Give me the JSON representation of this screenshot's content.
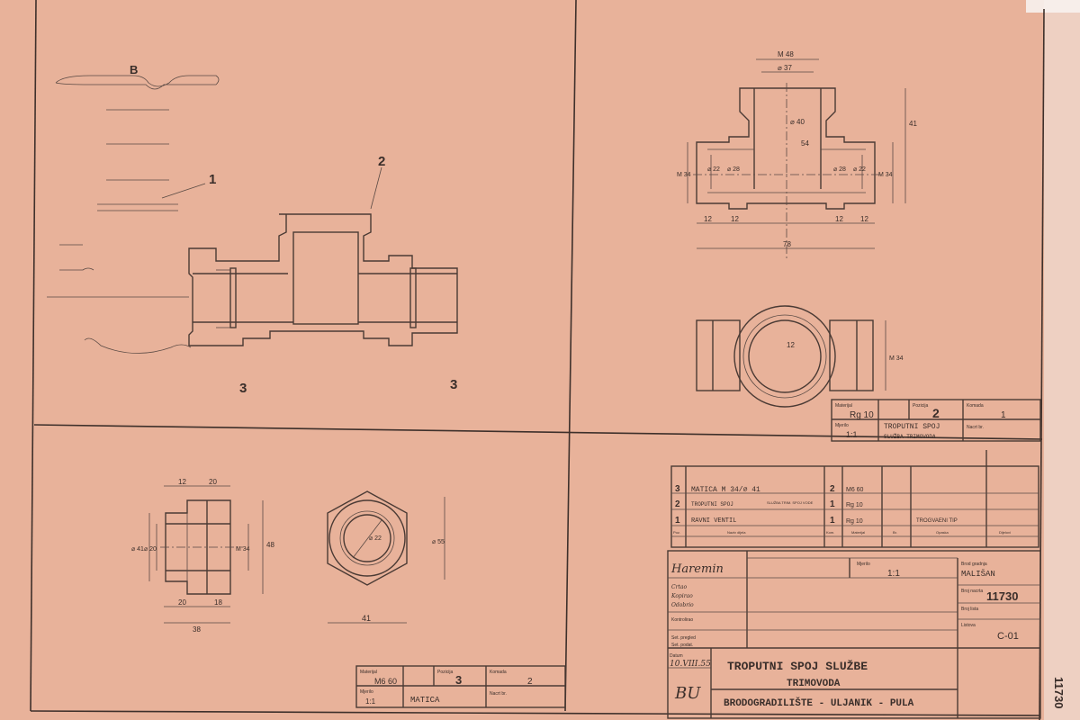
{
  "left_view": {
    "balloons": [
      "1",
      "2",
      "3",
      "3"
    ],
    "fragment_label": "B"
  },
  "part2_view": {
    "dims": [
      "M 48",
      "⌀ 37",
      "⌀ 40",
      "54",
      "41",
      "M 34",
      "⌀ 22",
      "⌀ 28",
      "⌀ 28",
      "⌀ 22",
      "M 34",
      "12",
      "12",
      "12",
      "12",
      "78",
      "12",
      "M 34"
    ]
  },
  "part2_titleblock": {
    "material_label": "Materijal",
    "material": "Rg 10",
    "position_label": "Pozicija",
    "position": "2",
    "qty_label": "Komada",
    "qty": "1",
    "scale_label": "Mjerilo",
    "scale": "1:1",
    "name": "TROPUTNI SPOJ",
    "name2": "SLUŽBA TRIMOVODA",
    "sheet_label": "Nacrt br."
  },
  "part3_view": {
    "dims": [
      "12",
      "20",
      "⌀ 41",
      "⌀ 20",
      "M 34",
      "48",
      "20",
      "18",
      "38",
      "⌀ 22",
      "⌀ 55",
      "41"
    ]
  },
  "part3_titleblock": {
    "material_label": "Materijal",
    "material": "M6 60",
    "position_label": "Pozicija",
    "position": "3",
    "qty_label": "Komada",
    "qty": "2",
    "scale_label": "Mjerilo",
    "scale": "1:1",
    "name": "MATICA",
    "sheet_label": "Nacrt br."
  },
  "parts_list": {
    "rows": [
      {
        "pos": "3",
        "name": "MATICA M 34/⌀ 41",
        "qty": "2",
        "material": "M6 60",
        "note": ""
      },
      {
        "pos": "2",
        "name": "TROPUTNI SPOJ",
        "name_note": "SLUŽBA TRIM. SPOJ VODE",
        "qty": "1",
        "material": "Rg 10",
        "note": ""
      },
      {
        "pos": "1",
        "name": "RAVNI VENTIL",
        "qty": "1",
        "material": "Rg 10",
        "note": "TROGVAENI TIP"
      }
    ],
    "header": {
      "pos": "Poz.",
      "name": "Naziv dijela",
      "qty": "Kom.",
      "material": "Materijal",
      "weight": "Br.",
      "note": "Opaska",
      "sheet": "Dijelovi"
    }
  },
  "main_titleblock": {
    "signature": "Haremin",
    "signatures": [
      "Crtao",
      "Kopirao",
      "Odobrio"
    ],
    "row_labels": [
      "Kontrolirao",
      "Set. pregled",
      "Set. podat."
    ],
    "scale_label": "Mjerilo",
    "scale": "1:1",
    "ship_label": "Brod gradnja",
    "ship": "MALIŠAN",
    "drawing_no_label": "Broj nacrta",
    "drawing_no": "11730",
    "sheet_no_label": "Broj lista",
    "sheets_label": "Listova",
    "sheets": "C-01",
    "date_label": "Datum",
    "date": "10.VIII.55",
    "title": "TROPUTNI SPOJ SLUŽBE",
    "subtitle": "TRIMOVODA",
    "company": "BRODOGRADILIŠTE - ULJANIK - PULA",
    "logo": "BU",
    "margin_number": "11730"
  }
}
